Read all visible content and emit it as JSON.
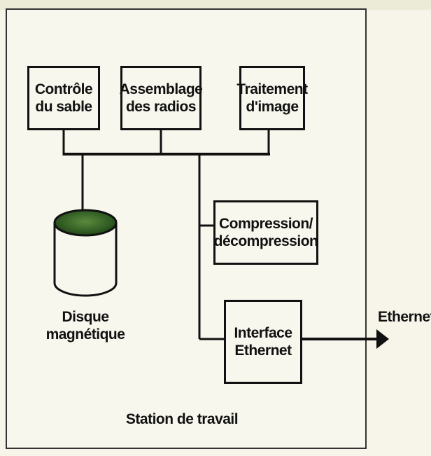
{
  "diagram": {
    "blocks": {
      "controle_sable": "Contrôle\ndu sable",
      "assemblage_radios": "Assemblage\ndes radios",
      "traitement_image": "Traitement\nd'image",
      "compression": "Compression/\ndécompression",
      "interface_ethernet": "Interface\nEthernet"
    },
    "disk_label": "Disque\nmagnétique",
    "ethernet_label": "Ethernet",
    "station_label": "Station de travail"
  },
  "colors": {
    "ink": "#111111",
    "paper": "#f8f7ee",
    "disk_top": "#2f5a22"
  }
}
